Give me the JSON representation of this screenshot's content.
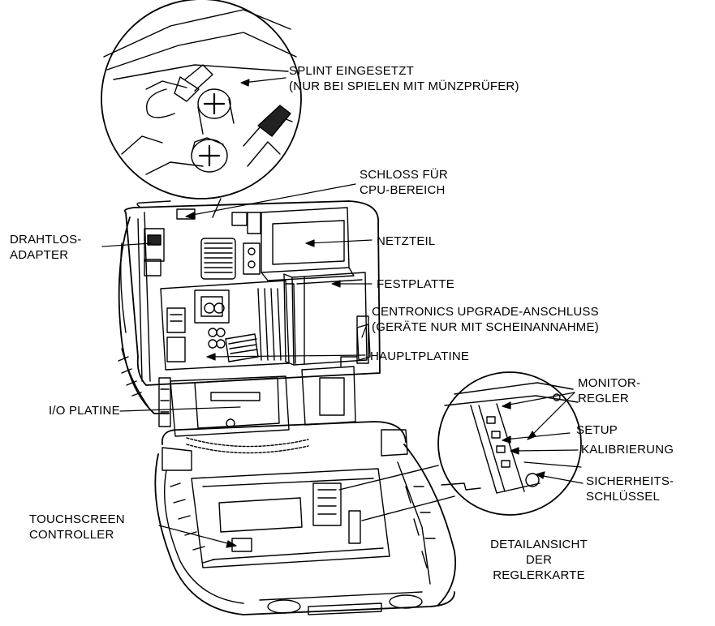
{
  "labels": {
    "splint": [
      "SPLINT EINGESETZT",
      "(NUR BEI SPIELEN MIT MÜNZPRÜFER)"
    ],
    "schloss": [
      "SCHLOSS FÜR",
      "CPU-BEREICH"
    ],
    "drahtlos": [
      "DRAHTLOS-",
      "ADAPTER"
    ],
    "netzteil": "NETZTEIL",
    "festplatte": "FESTPLATTE",
    "centronics": [
      "CENTRONICS UPGRADE-ANSCHLUSS",
      "(GERÄTE NUR MIT SCHEINANNAHME)"
    ],
    "hauptplatine": "HAUPLTPLATINE",
    "monitor": [
      "MONITOR-",
      "REGLER"
    ],
    "io": "I/O PLATINE",
    "setup": "SETUP",
    "kalibrierung": "KALIBRIERUNG",
    "sicherheit": [
      "SICHERHEITS-",
      "SCHLÜSSEL"
    ],
    "touchscreen": [
      "TOUCHSCREEN",
      "CONTROLLER"
    ],
    "detail": [
      "DETAILANSICHT",
      "DER",
      "REGLERKARTE"
    ]
  },
  "colors": {
    "line": "#000000",
    "background": "#ffffff"
  }
}
